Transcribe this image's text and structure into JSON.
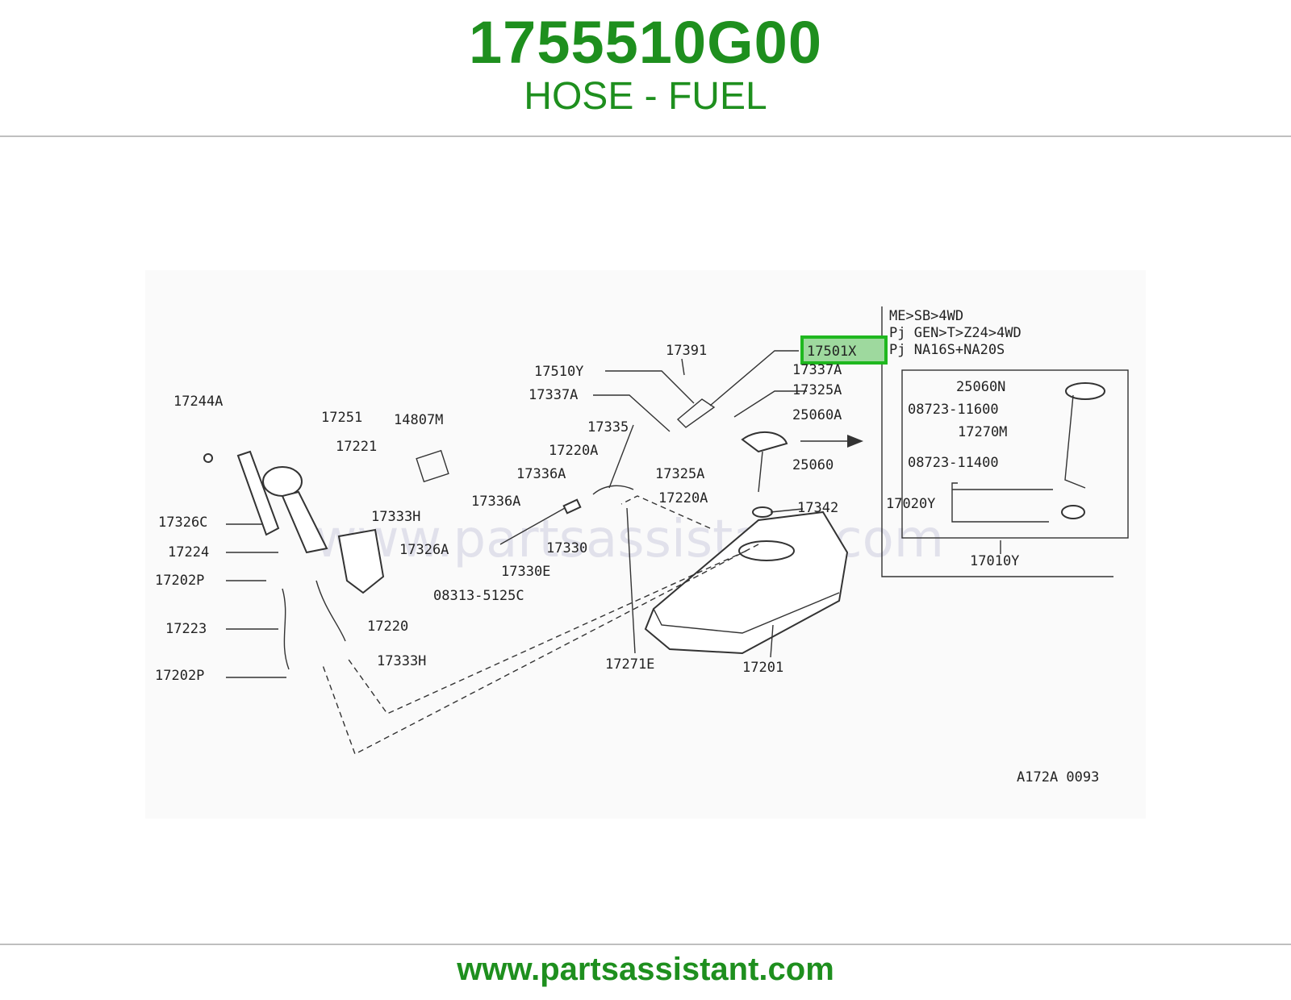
{
  "header": {
    "part_number": "1755510G00",
    "part_name": "HOSE - FUEL"
  },
  "diagram": {
    "highlighted_label": "17501X",
    "variant_note": [
      "ME>SB>4WD",
      "Pj GEN>T>Z24>4WD",
      "Pj NA16S+NA20S"
    ],
    "code": "A172A 0093",
    "watermark": "www.partsassistant.com",
    "labels": {
      "l17391": "17391",
      "l17510Y": "17510Y",
      "l17337A_a": "17337A",
      "l17337A_b": "17337A",
      "l17325A_a": "17325A",
      "l17325A_b": "17325A",
      "l25060A": "25060A",
      "l25060": "25060",
      "l17335": "17335",
      "l17220A_a": "17220A",
      "l17220A_b": "17220A",
      "l17336A_a": "17336A",
      "l17336A_b": "17336A",
      "l17330": "17330",
      "l17330E": "17330E",
      "l17342": "17342",
      "l17271E": "17271E",
      "l17201": "17201",
      "l17244A": "17244A",
      "l17251": "17251",
      "l17221": "17221",
      "l14807M": "14807M",
      "l17326C": "17326C",
      "l17333H_a": "17333H",
      "l17333H_b": "17333H",
      "l17224": "17224",
      "l17326A": "17326A",
      "l17202P_a": "17202P",
      "l17202P_b": "17202P",
      "l08313": "08313-5125C",
      "l17223": "17223",
      "l17220": "17220",
      "l25060N": "25060N",
      "l08723_11600": "08723-11600",
      "l17270M": "17270M",
      "l08723_11400": "08723-11400",
      "l17020Y": "17020Y",
      "l17010Y": "17010Y"
    }
  },
  "footer": {
    "url": "www.partsassistant.com"
  }
}
